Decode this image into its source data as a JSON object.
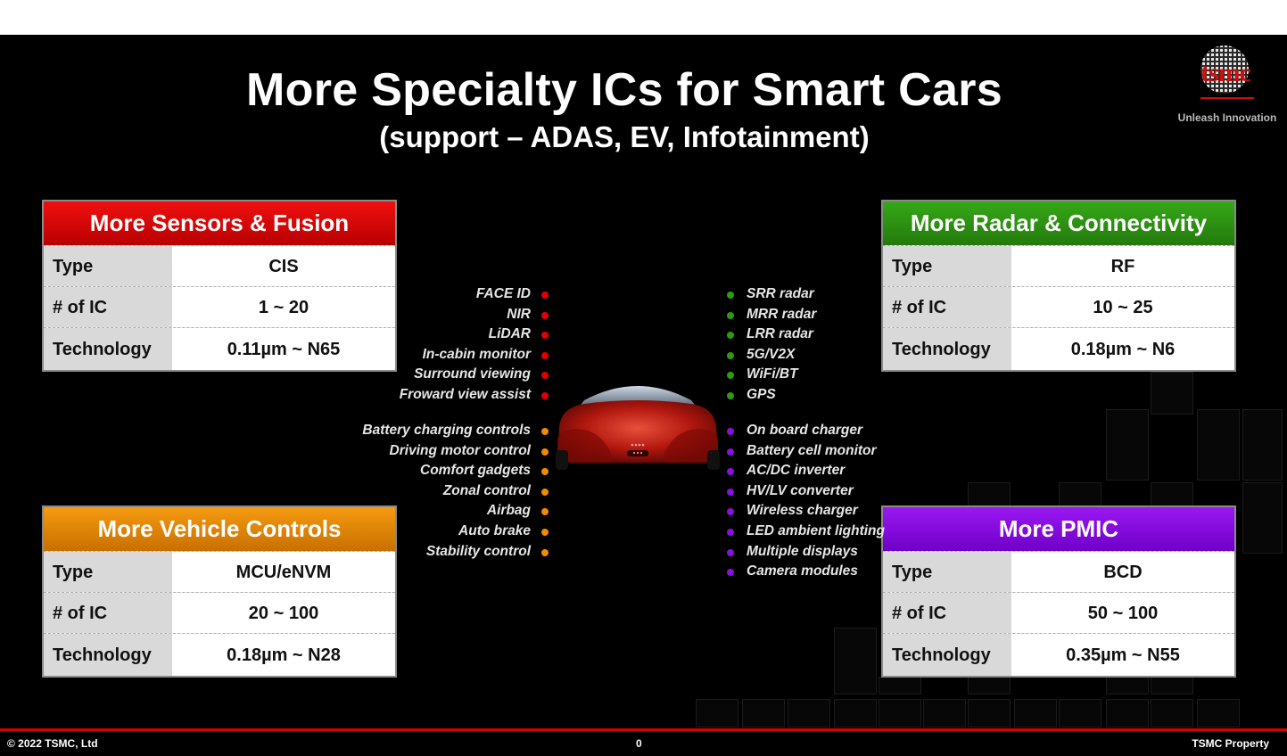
{
  "title": "More Specialty ICs for Smart Cars",
  "subtitle": "(support – ADAS, EV, Infotainment)",
  "logo": {
    "word": "tsmc",
    "tagline": "Unleash Innovation"
  },
  "colors": {
    "red": "#e00000",
    "green": "#2e9a12",
    "orange": "#f08a00",
    "purple": "#8a10e0"
  },
  "panels": {
    "sensors": {
      "header": "More Sensors & Fusion",
      "rows": [
        {
          "key": "Type",
          "value": "CIS"
        },
        {
          "key": "# of IC",
          "value": "1 ~ 20"
        },
        {
          "key": "Technology",
          "value": "0.11µm ~ N65"
        }
      ]
    },
    "radar": {
      "header": "More Radar & Connectivity",
      "rows": [
        {
          "key": "Type",
          "value": "RF"
        },
        {
          "key": "# of IC",
          "value": "10 ~ 25"
        },
        {
          "key": "Technology",
          "value": "0.18µm ~ N6"
        }
      ]
    },
    "controls": {
      "header": "More Vehicle Controls",
      "rows": [
        {
          "key": "Type",
          "value": "MCU/eNVM"
        },
        {
          "key": "# of IC",
          "value": "20 ~ 100"
        },
        {
          "key": "Technology",
          "value": "0.18µm ~ N28"
        }
      ]
    },
    "pmic": {
      "header": "More PMIC",
      "rows": [
        {
          "key": "Type",
          "value": "BCD"
        },
        {
          "key": "# of IC",
          "value": "50 ~ 100"
        },
        {
          "key": "Technology",
          "value": "0.35µm ~ N55"
        }
      ]
    }
  },
  "features": {
    "sensors": [
      "FACE ID",
      "NIR",
      "LiDAR",
      "In-cabin monitor",
      "Surround viewing",
      "Froward view assist"
    ],
    "controls": [
      "Battery charging controls",
      "Driving motor control",
      "Comfort gadgets",
      "Zonal control",
      "Airbag",
      "Auto brake",
      "Stability control"
    ],
    "radar": [
      "SRR radar",
      "MRR radar",
      "LRR radar",
      "5G/V2X",
      "WiFi/BT",
      "GPS"
    ],
    "pmic": [
      "On board charger",
      "Battery cell monitor",
      "AC/DC inverter",
      "HV/LV converter",
      "Wireless charger",
      "LED ambient lighting",
      "Multiple displays",
      "Camera modules"
    ]
  },
  "footer": {
    "copyright": "© 2022 TSMC, Ltd",
    "page": "0",
    "property": "TSMC Property"
  }
}
